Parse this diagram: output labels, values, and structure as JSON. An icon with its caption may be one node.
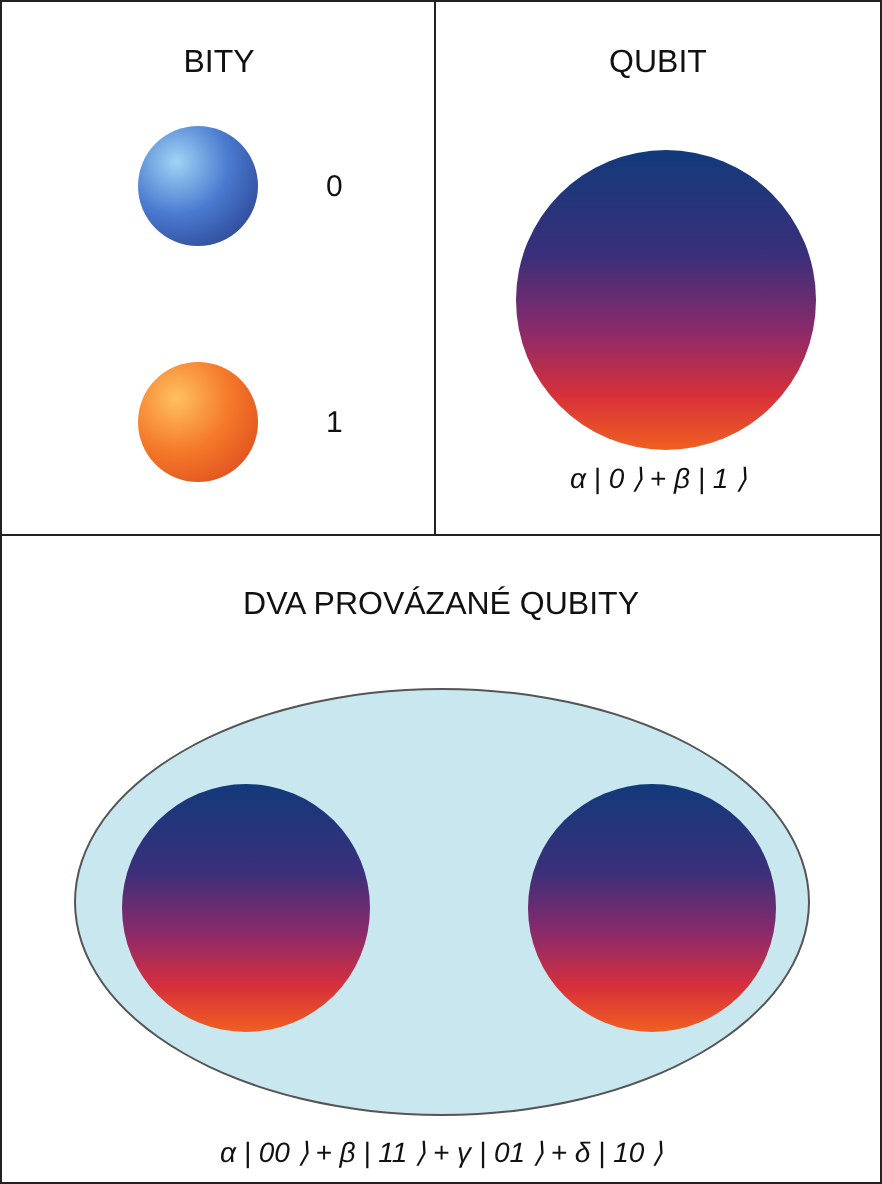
{
  "diagram": {
    "nodes": [
      {
        "text": [
          "BITY"
        ]
      },
      {
        "text": [],
        "shape": "circle",
        "in": 0,
        "beside": [
          "0"
        ]
      },
      {
        "text": [],
        "shape": "circle",
        "in": 0,
        "beside": [
          "1"
        ]
      },
      {
        "text": [
          "QUBIT",
          "α | 0 ⟩ + β | 1 ⟩"
        ]
      },
      {
        "text": [],
        "shape": "circle",
        "in": 3
      },
      {
        "text": [
          "DVA PROVÁZANÉ QUBITY",
          "α | 00 ⟩ + β | 11 ⟩ + γ | 01 ⟩ + δ | 10 ⟩"
        ]
      },
      {
        "text": [],
        "shape": "ellipse",
        "in": 5
      },
      {
        "text": [],
        "shape": "circle",
        "in": 6
      },
      {
        "text": [],
        "shape": "circle",
        "in": 6
      }
    ],
    "edges": []
  }
}
